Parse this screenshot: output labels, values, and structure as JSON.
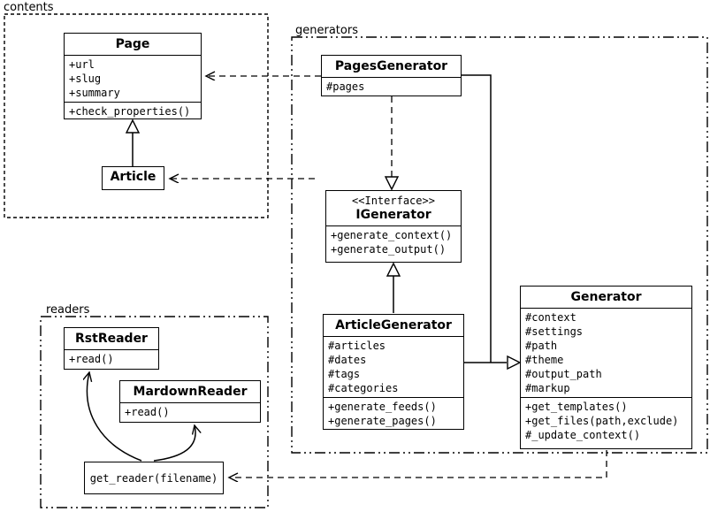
{
  "diagram": {
    "packages": {
      "contents": {
        "label": "contents"
      },
      "generators": {
        "label": "generators"
      },
      "readers": {
        "label": "readers"
      }
    },
    "classes": {
      "page": {
        "title": "Page",
        "attributes": [
          "+url",
          "+slug",
          "+summary"
        ],
        "methods": [
          "+check_properties()"
        ]
      },
      "article": {
        "title": "Article"
      },
      "pages_generator": {
        "title": "PagesGenerator",
        "attributes": [
          "#pages"
        ]
      },
      "igenerator": {
        "stereotype": "<<Interface>>",
        "title": "IGenerator",
        "methods": [
          "+generate_context()",
          "+generate_output()"
        ]
      },
      "article_generator": {
        "title": "ArticleGenerator",
        "attributes": [
          "#articles",
          "#dates",
          "#tags",
          "#categories"
        ],
        "methods": [
          "+generate_feeds()",
          "+generate_pages()"
        ]
      },
      "generator": {
        "title": "Generator",
        "attributes": [
          "#context",
          "#settings",
          "#path",
          "#theme",
          "#output_path",
          "#markup"
        ],
        "methods": [
          "+get_templates()",
          "+get_files(path,exclude)",
          "#_update_context()"
        ]
      },
      "rst_reader": {
        "title": "RstReader",
        "methods": [
          "+read()"
        ]
      },
      "markdown_reader": {
        "title": "MardownReader",
        "methods": [
          "+read()"
        ]
      },
      "get_reader": {
        "title": "get_reader(filename)"
      }
    },
    "relations": [
      {
        "type": "dependency",
        "from": "PagesGenerator",
        "to": "Page"
      },
      {
        "type": "dependency",
        "from": "generators",
        "to": "Article"
      },
      {
        "type": "realization",
        "from": "PagesGenerator",
        "to": "IGenerator"
      },
      {
        "type": "inheritance",
        "from": "Article",
        "to": "Page"
      },
      {
        "type": "inheritance",
        "from": "ArticleGenerator",
        "to": "IGenerator"
      },
      {
        "type": "inheritance",
        "from": "ArticleGenerator",
        "to": "Generator"
      },
      {
        "type": "inheritance",
        "from": "PagesGenerator",
        "to": "Generator"
      },
      {
        "type": "dependency",
        "from": "Generator",
        "to": "get_reader(filename)"
      },
      {
        "type": "arrow",
        "from": "get_reader(filename)",
        "to": "RstReader"
      },
      {
        "type": "arrow",
        "from": "get_reader(filename)",
        "to": "MardownReader"
      }
    ],
    "colors": {
      "line": "#000000",
      "background": "#ffffff"
    }
  }
}
